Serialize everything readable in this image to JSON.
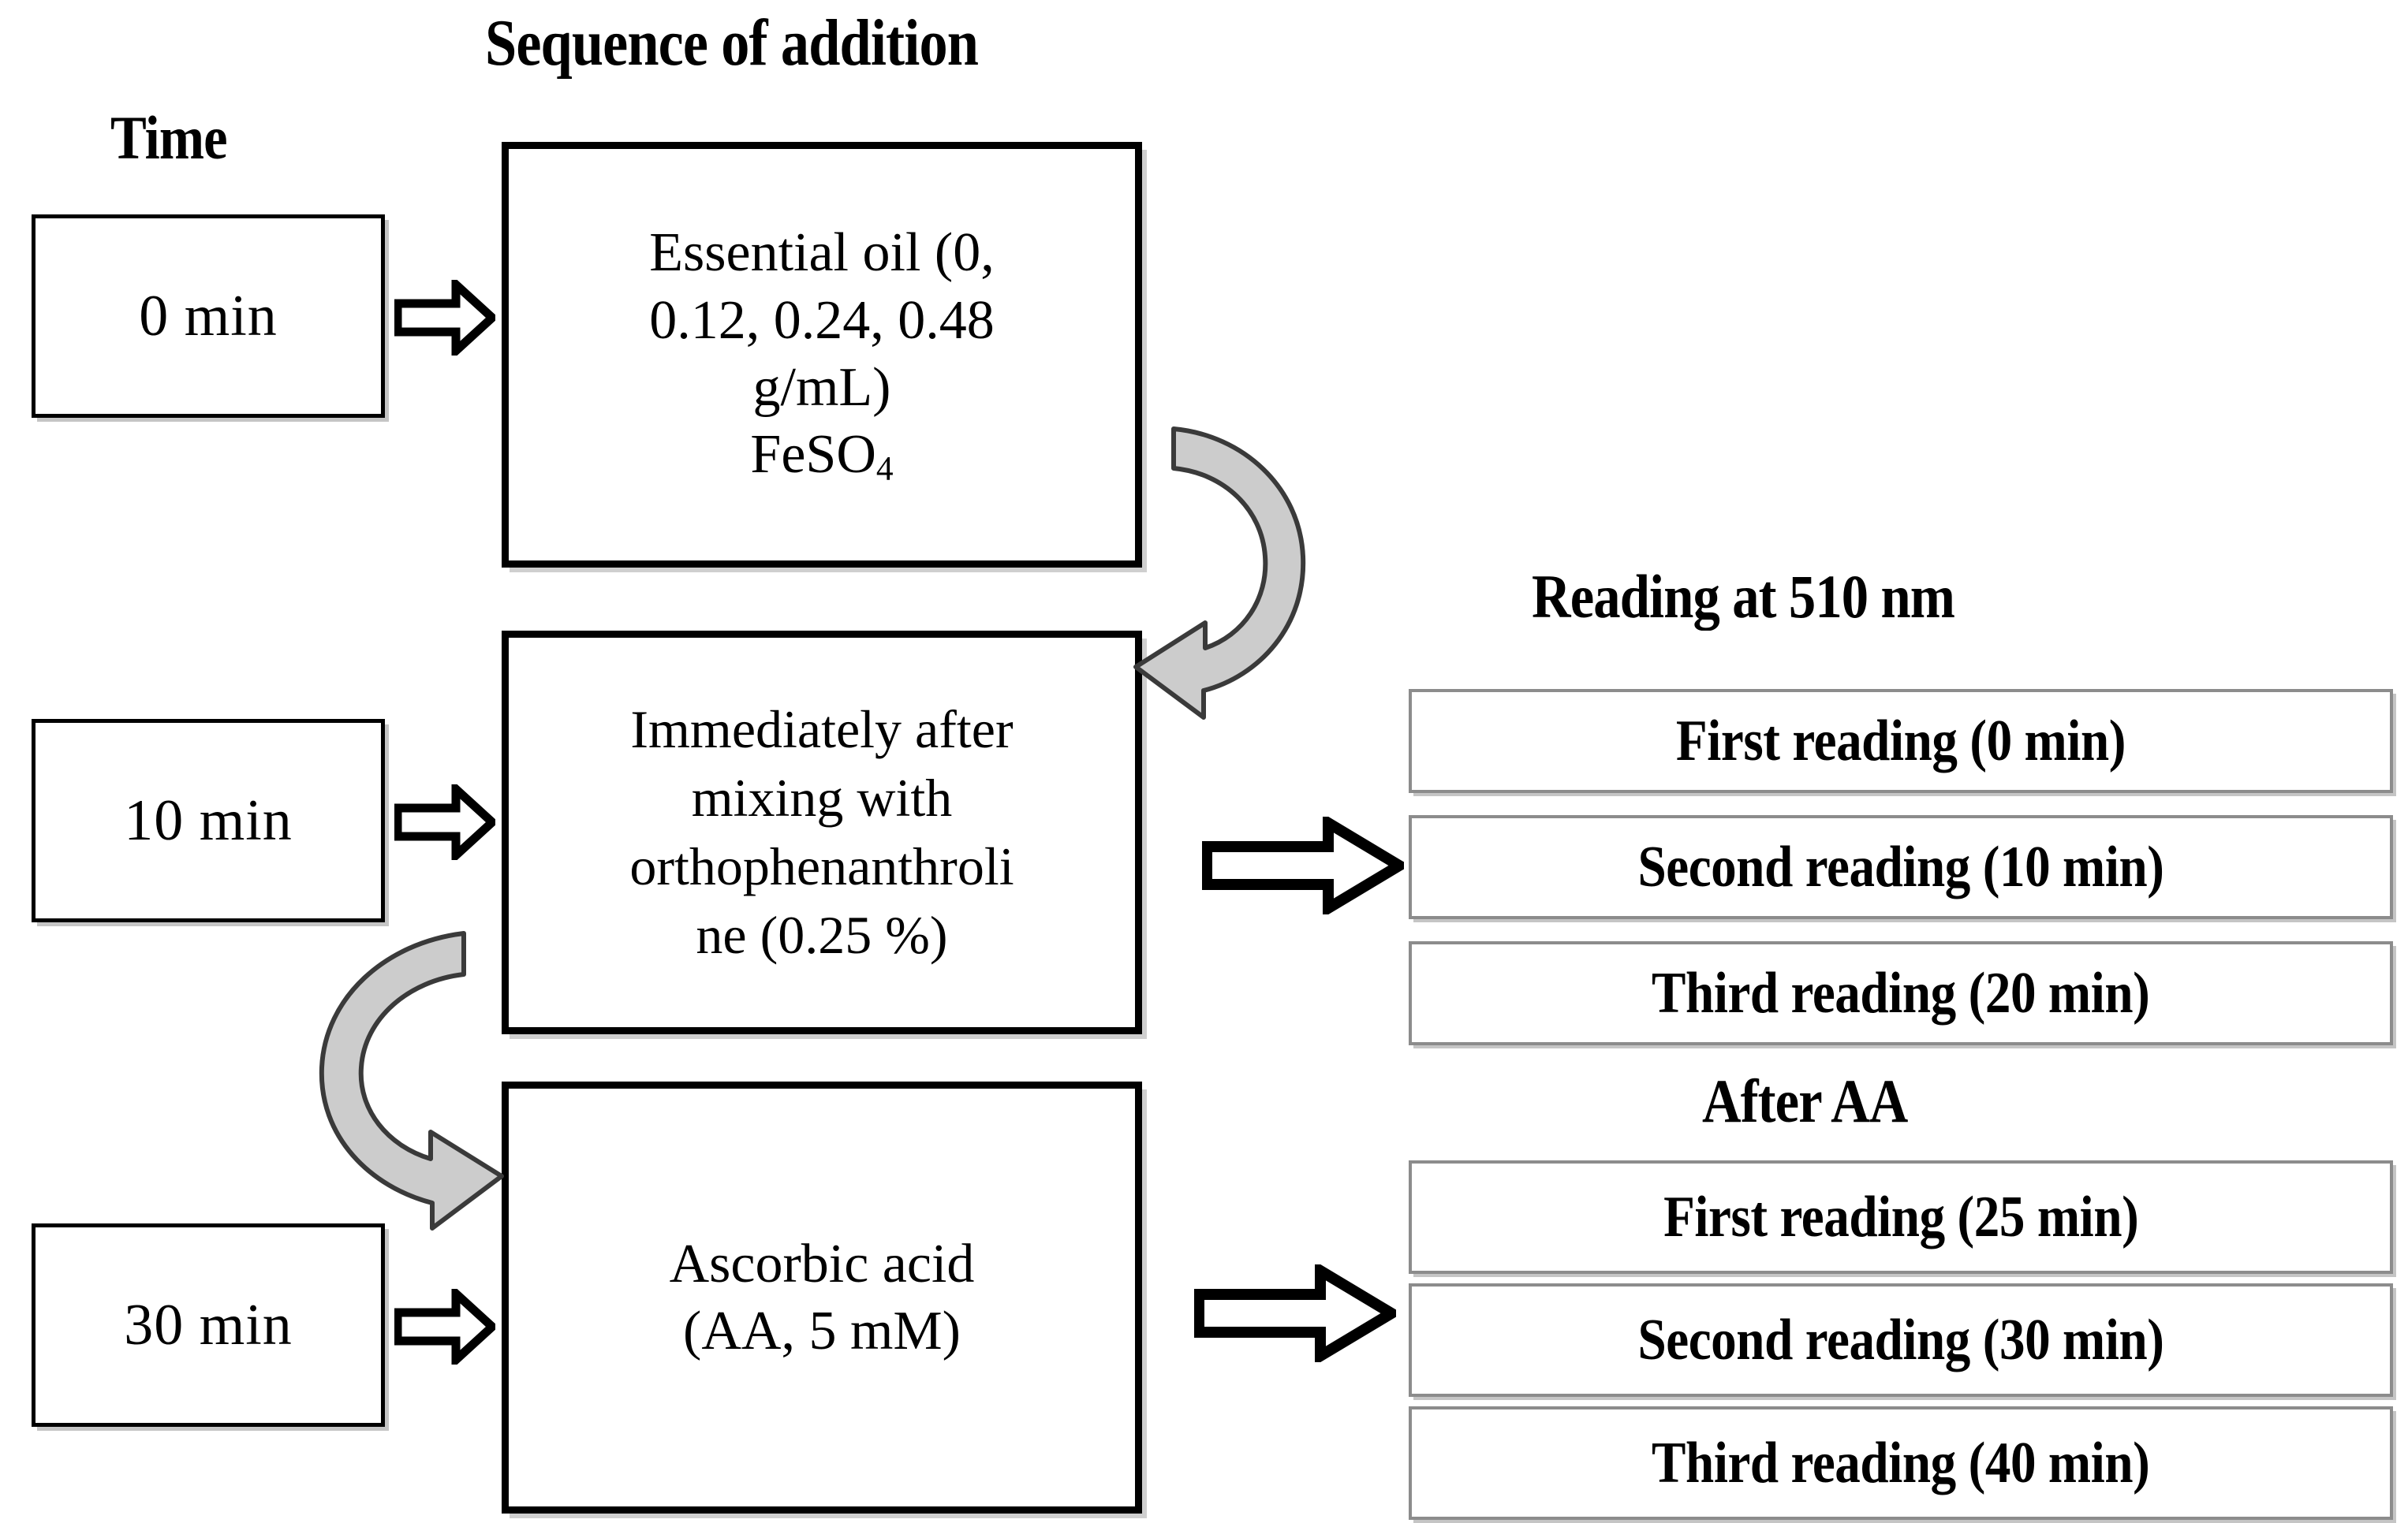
{
  "headings": {
    "sequence_of_addition": "Sequence of addition",
    "time": "Time",
    "reading_at": "Reading at 510 nm",
    "after_aa": "After AA"
  },
  "time_steps": [
    {
      "label": "0 min"
    },
    {
      "label": "10 min"
    },
    {
      "label": "30 min"
    }
  ],
  "process_steps": [
    {
      "id": "essential-oil",
      "line1": "Essential oil (0,",
      "line2": "0.12, 0.24, 0.48",
      "line3": "g/mL)",
      "line4_base": "FeSO",
      "line4_sub": "4"
    },
    {
      "id": "orthophenanthroline",
      "line1": "Immediately after",
      "line2": "mixing with",
      "line3": "orthophenanthroli",
      "line4": "ne (0.25 %)"
    },
    {
      "id": "ascorbic-acid",
      "line1": "Ascorbic acid",
      "line2": "(AA, 5 mM)"
    }
  ],
  "readings_before_aa": [
    {
      "label": "First reading (0 min)"
    },
    {
      "label": "Second reading (10 min)"
    },
    {
      "label": "Third reading (20 min)"
    }
  ],
  "readings_after_aa": [
    {
      "label": "First reading (25 min)"
    },
    {
      "label": "Second reading (30 min)"
    },
    {
      "label": "Third reading (40 min)"
    }
  ],
  "colors": {
    "box_border_black": "#000000",
    "reading_border_gray": "#8c8c8c",
    "curved_arrow_fill": "#cccccc",
    "curved_arrow_stroke": "#3a3a3a",
    "background": "#ffffff"
  }
}
